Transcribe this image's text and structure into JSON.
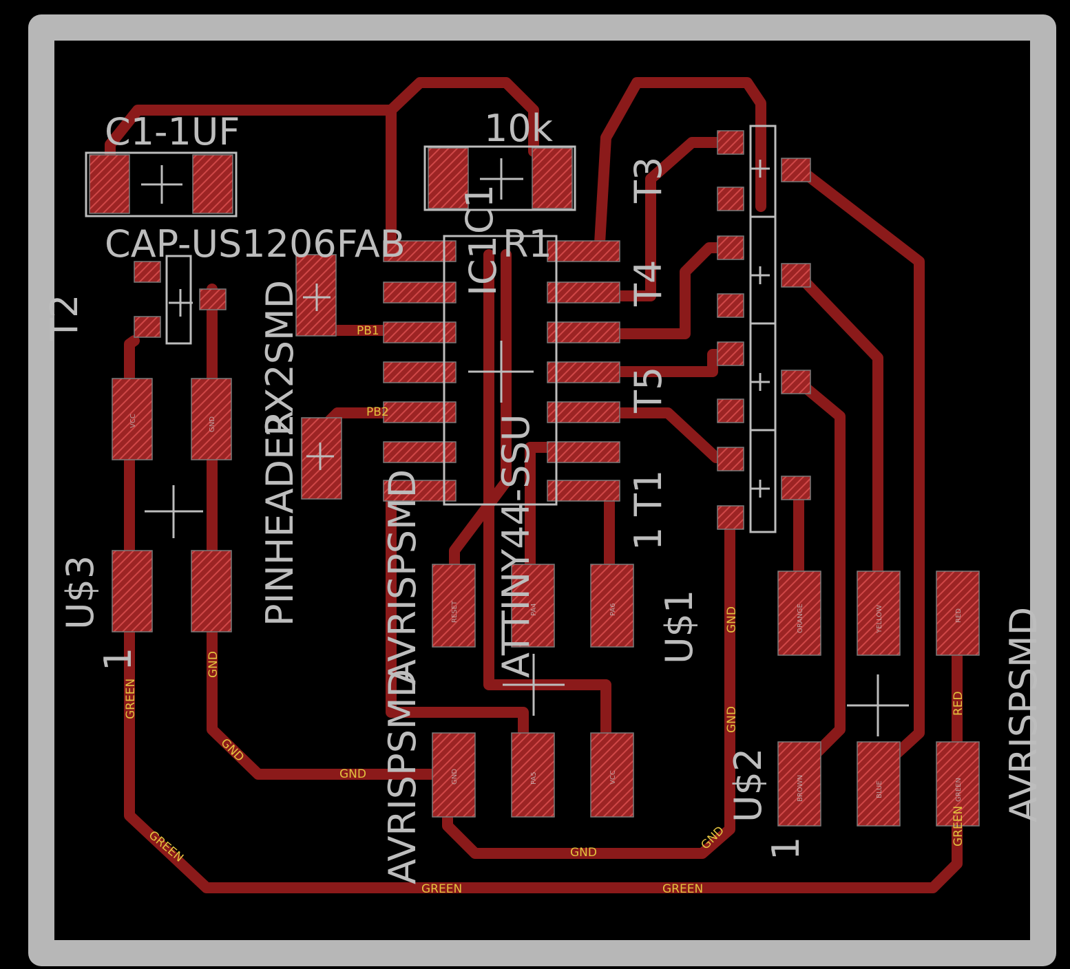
{
  "colors": {
    "background": "#000000",
    "outline": "#b7b7b7",
    "trace": "#8b1a1a",
    "pad": "#b32e2e",
    "silk": "#bdbdbd",
    "net_label": "#e3c23e"
  },
  "labels": {
    "c1_value": "C1-1UF",
    "c1_package": "CAP-US1206FAB",
    "r1_value": "10k",
    "r1_name": "R1",
    "c1_name": "C1",
    "t2": "T2",
    "t3": "T3",
    "t4": "T4",
    "t5": "T5",
    "t1": "T1",
    "t1_prefix": "1",
    "us3": "U$3",
    "us3_pin": "1",
    "pinheader": "PINHEADER",
    "pad_label": "2X2SMD",
    "ic_name": "IC1",
    "ic_part": "ATTINY44-SSU",
    "avrisp_left": "AVRISPSMD",
    "avrisp_right": "AVRISPSMD",
    "avrisp_left2": "AVRISPSMD",
    "us1": "U$1",
    "us2": "U$2",
    "us2_pin": "1"
  },
  "nets": {
    "green": "GREEN",
    "gnd": "GND",
    "pb1": "PB1",
    "pb2": "PB2",
    "red": "RED"
  },
  "pads": {
    "vcc": "VCC",
    "gnd": "GND",
    "reset": "RESET",
    "pa4": "PA4",
    "pa5": "PA5",
    "pa6": "PA6",
    "red": "RED",
    "green": "GREEN",
    "orange": "ORANGE",
    "blue": "BLUE",
    "yellow": "YELLOW",
    "brown": "BROWN"
  }
}
